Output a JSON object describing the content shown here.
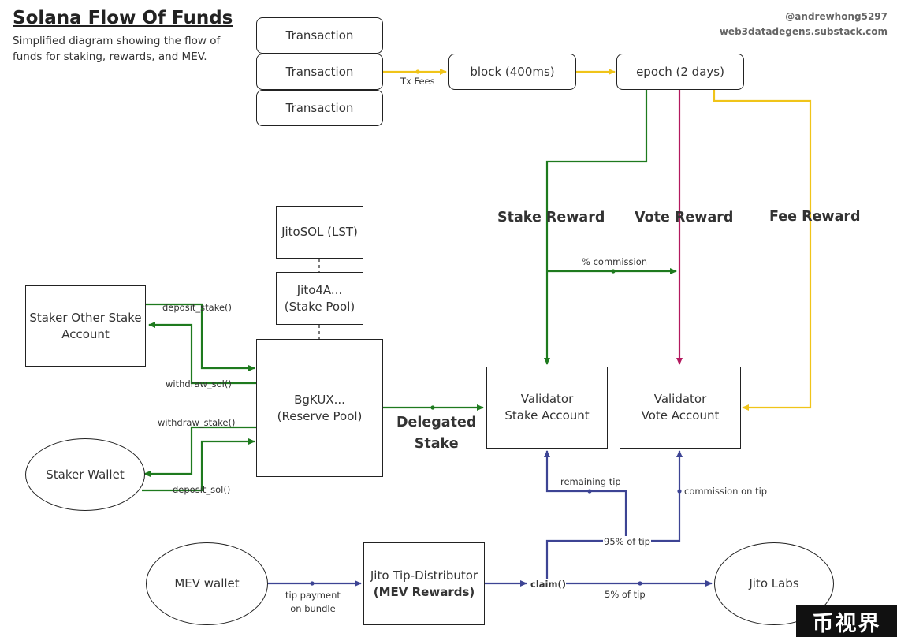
{
  "header": {
    "title": "Solana Flow Of Funds",
    "subtitle": "Simplified diagram showing the flow of funds for staking, rewards, and MEV.",
    "author": "@andrewhong5297",
    "site": "web3datadegens.substack.com"
  },
  "nodes": {
    "tx1": "Transaction",
    "tx2": "Transaction",
    "tx3": "Transaction",
    "block": "block (400ms)",
    "epoch": "epoch (2 days)",
    "jitosol": "JitoSOL (LST)",
    "stake_pool": "Jito4A...\n(Stake Pool)",
    "reserve_pool": "BgKUX...\n(Reserve Pool)",
    "staker_other": "Staker Other Stake\nAccount",
    "staker_wallet": "Staker Wallet",
    "validator_stake": "Validator\nStake Account",
    "validator_vote": "Validator\nVote Account",
    "mev_wallet": "MEV wallet",
    "tip_distributor": "Jito Tip-Distributor",
    "tip_distributor_sub": "(MEV Rewards)",
    "jito_labs": "Jito Labs"
  },
  "edge_labels": {
    "tx_fees": "Tx Fees",
    "stake_reward": "Stake Reward",
    "vote_reward": "Vote Reward",
    "fee_reward": "Fee Reward",
    "commission": "% commission",
    "deposit_stake": "deposit_stake()",
    "withdraw_sol": "withdraw_sol()",
    "withdraw_stake": "withdraw_stake()",
    "deposit_sol": "deposit_sol()",
    "delegated_stake": "Delegated\nStake",
    "remaining_tip": "remaining tip",
    "commission_on_tip": "commission on tip",
    "pct95": "95% of tip",
    "pct5": "5% of tip",
    "claim": "claim()",
    "tip_payment": "tip payment\non bundle"
  },
  "colors": {
    "green": "#1e7a1e",
    "yellow": "#f0c419",
    "magenta": "#b3195f",
    "navy": "#3d4494"
  },
  "watermark": "币视界"
}
